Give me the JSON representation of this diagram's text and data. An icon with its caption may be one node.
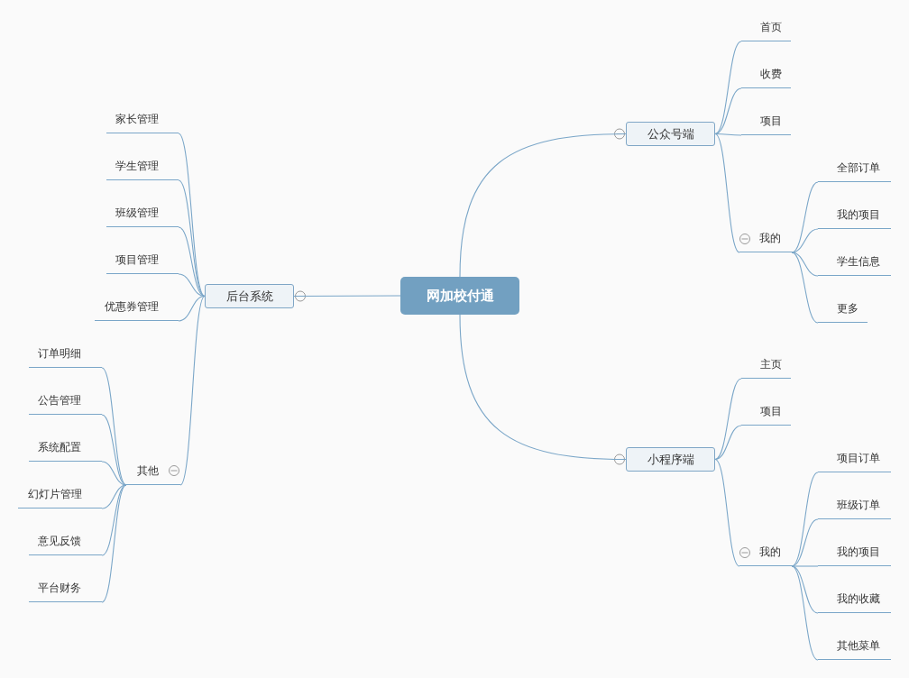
{
  "diagram": {
    "nodes": [
      {
        "text": [
          "网加校付通"
        ]
      },
      {
        "text": [
          "公众号端"
        ]
      },
      {
        "text": [
          "首页"
        ]
      },
      {
        "text": [
          "收费"
        ]
      },
      {
        "text": [
          "项目"
        ]
      },
      {
        "text": [
          "我的"
        ]
      },
      {
        "text": [
          "全部订单"
        ]
      },
      {
        "text": [
          "我的项目"
        ]
      },
      {
        "text": [
          "学生信息"
        ]
      },
      {
        "text": [
          "更多"
        ]
      },
      {
        "text": [
          "小程序端"
        ]
      },
      {
        "text": [
          "主页"
        ]
      },
      {
        "text": [
          "项目"
        ]
      },
      {
        "text": [
          "我的"
        ]
      },
      {
        "text": [
          "项目订单"
        ]
      },
      {
        "text": [
          "班级订单"
        ]
      },
      {
        "text": [
          "我的项目"
        ]
      },
      {
        "text": [
          "我的收藏"
        ]
      },
      {
        "text": [
          "其他菜单"
        ]
      },
      {
        "text": [
          "后台系统"
        ]
      },
      {
        "text": [
          "家长管理"
        ]
      },
      {
        "text": [
          "学生管理"
        ]
      },
      {
        "text": [
          "班级管理"
        ]
      },
      {
        "text": [
          "项目管理"
        ]
      },
      {
        "text": [
          "优惠券管理"
        ]
      },
      {
        "text": [
          "其他"
        ]
      },
      {
        "text": [
          "订单明细"
        ]
      },
      {
        "text": [
          "公告管理"
        ]
      },
      {
        "text": [
          "系统配置"
        ]
      },
      {
        "text": [
          "幻灯片管理"
        ]
      },
      {
        "text": [
          "意见反馈"
        ]
      },
      {
        "text": [
          "平台财务"
        ]
      }
    ],
    "edges": [
      {
        "from": 0,
        "to": 1,
        "arrow": "none"
      },
      {
        "from": 1,
        "to": 2,
        "arrow": "none"
      },
      {
        "from": 1,
        "to": 3,
        "arrow": "none"
      },
      {
        "from": 1,
        "to": 4,
        "arrow": "none"
      },
      {
        "from": 1,
        "to": 5,
        "arrow": "none"
      },
      {
        "from": 5,
        "to": 6,
        "arrow": "none"
      },
      {
        "from": 5,
        "to": 7,
        "arrow": "none"
      },
      {
        "from": 5,
        "to": 8,
        "arrow": "none"
      },
      {
        "from": 5,
        "to": 9,
        "arrow": "none"
      },
      {
        "from": 0,
        "to": 10,
        "arrow": "none"
      },
      {
        "from": 10,
        "to": 11,
        "arrow": "none"
      },
      {
        "from": 10,
        "to": 12,
        "arrow": "none"
      },
      {
        "from": 10,
        "to": 13,
        "arrow": "none"
      },
      {
        "from": 13,
        "to": 14,
        "arrow": "none"
      },
      {
        "from": 13,
        "to": 15,
        "arrow": "none"
      },
      {
        "from": 13,
        "to": 16,
        "arrow": "none"
      },
      {
        "from": 13,
        "to": 17,
        "arrow": "none"
      },
      {
        "from": 13,
        "to": 18,
        "arrow": "none"
      },
      {
        "from": 0,
        "to": 19,
        "arrow": "none"
      },
      {
        "from": 19,
        "to": 20,
        "arrow": "none"
      },
      {
        "from": 19,
        "to": 21,
        "arrow": "none"
      },
      {
        "from": 19,
        "to": 22,
        "arrow": "none"
      },
      {
        "from": 19,
        "to": 23,
        "arrow": "none"
      },
      {
        "from": 19,
        "to": 24,
        "arrow": "none"
      },
      {
        "from": 19,
        "to": 25,
        "arrow": "none"
      },
      {
        "from": 25,
        "to": 26,
        "arrow": "none"
      },
      {
        "from": 25,
        "to": 27,
        "arrow": "none"
      },
      {
        "from": 25,
        "to": 28,
        "arrow": "none"
      },
      {
        "from": 25,
        "to": 29,
        "arrow": "none"
      },
      {
        "from": 25,
        "to": 30,
        "arrow": "none"
      },
      {
        "from": 25,
        "to": 31,
        "arrow": "none"
      }
    ]
  }
}
